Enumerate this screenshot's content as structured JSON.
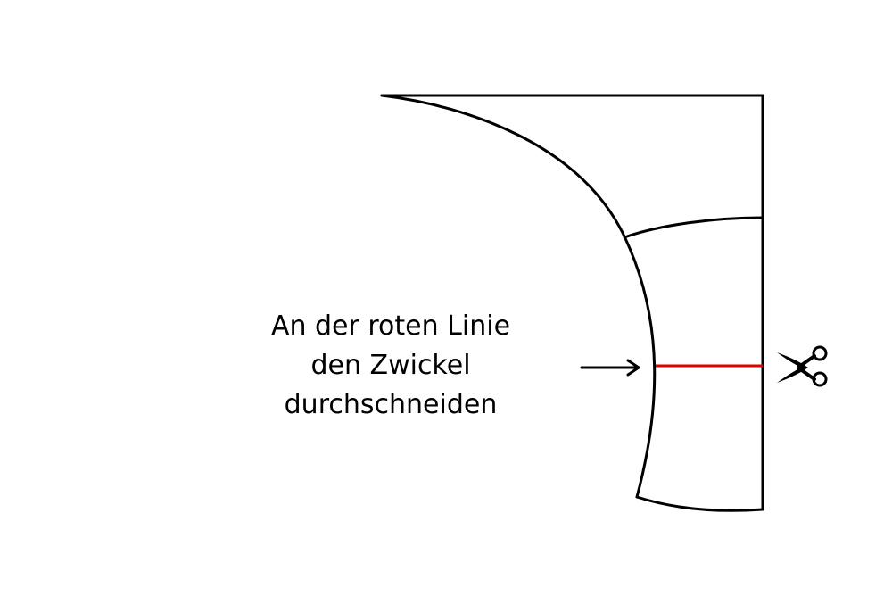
{
  "instruction": {
    "lines": [
      "An der roten Linie",
      "den Zwickel",
      "durchschneiden"
    ]
  },
  "colors": {
    "outline": "#000000",
    "cut_line": "#e00000",
    "background": "#ffffff"
  },
  "icons": {
    "cut_marker": "scissors-icon",
    "pointer": "arrow-right-icon"
  }
}
